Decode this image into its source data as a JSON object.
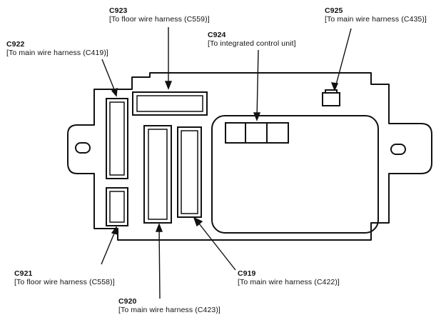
{
  "connectors": [
    {
      "id": "c923",
      "code": "C923",
      "desc": "[To floor wire harness (C559)]"
    },
    {
      "id": "c922",
      "code": "C922",
      "desc": "[To main wire harness (C419)]"
    },
    {
      "id": "c924",
      "code": "C924",
      "desc": "[To integrated control unit]"
    },
    {
      "id": "c925",
      "code": "C925",
      "desc": "[To main wire harness (C435)]"
    },
    {
      "id": "c921",
      "code": "C921",
      "desc": "[To floor wire harness (C558)]"
    },
    {
      "id": "c920",
      "code": "C920",
      "desc": "[To main wire harness (C423)]"
    },
    {
      "id": "c919",
      "code": "C919",
      "desc": "[To main wire harness (C422)]"
    }
  ]
}
